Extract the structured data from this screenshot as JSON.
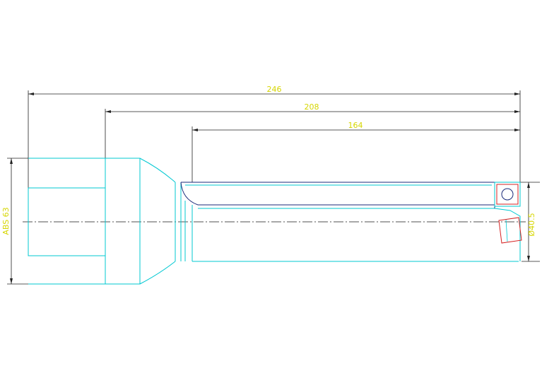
{
  "drawing": {
    "dimensions": {
      "overall_length": "246",
      "shank_to_tip": "208",
      "bar_length": "164",
      "shank_size": "ABS 63",
      "diameter": "Ø40.5"
    },
    "colors": {
      "background": "#ffffff",
      "outline": "#00c8d2",
      "dimension_line": "#222222",
      "dimension_text": "#d6d600",
      "centerline": "#1a1a1a",
      "body_edge": "#1a2a7a",
      "insert": "#d42020"
    }
  }
}
